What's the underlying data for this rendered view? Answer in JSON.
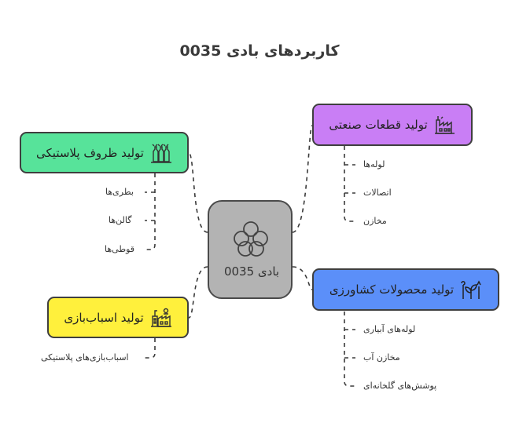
{
  "title": "کاربردهای بادی 0035",
  "center": {
    "label": "بادی 0035",
    "icon": "molecule-cluster-icon"
  },
  "branches": {
    "industrial": {
      "label": "تولید قطعات صنعتی",
      "color": "#c97ef5",
      "icon": "factory-icon",
      "items": [
        "لوله‌ها",
        "اتصالات",
        "مخازن"
      ]
    },
    "agriculture": {
      "label": "تولید محصولات کشاورزی",
      "color": "#5b8ff9",
      "icon": "plant-icon",
      "items": [
        "لوله‌های آبیاری",
        "مخازن آب",
        "پوشش‌های گلخانه‌ای"
      ]
    },
    "containers": {
      "label": "تولید ظروف پلاستیکی",
      "color": "#57e39a",
      "icon": "bottles-icon",
      "items": [
        "بطری‌ها",
        "گالن‌ها",
        "قوطی‌ها"
      ]
    },
    "toys": {
      "label": "تولید اسباب‌بازی",
      "color": "#fff03c",
      "icon": "toy-factory-icon",
      "items": [
        "اسباب‌بازی‌های پلاستیکی"
      ]
    }
  }
}
